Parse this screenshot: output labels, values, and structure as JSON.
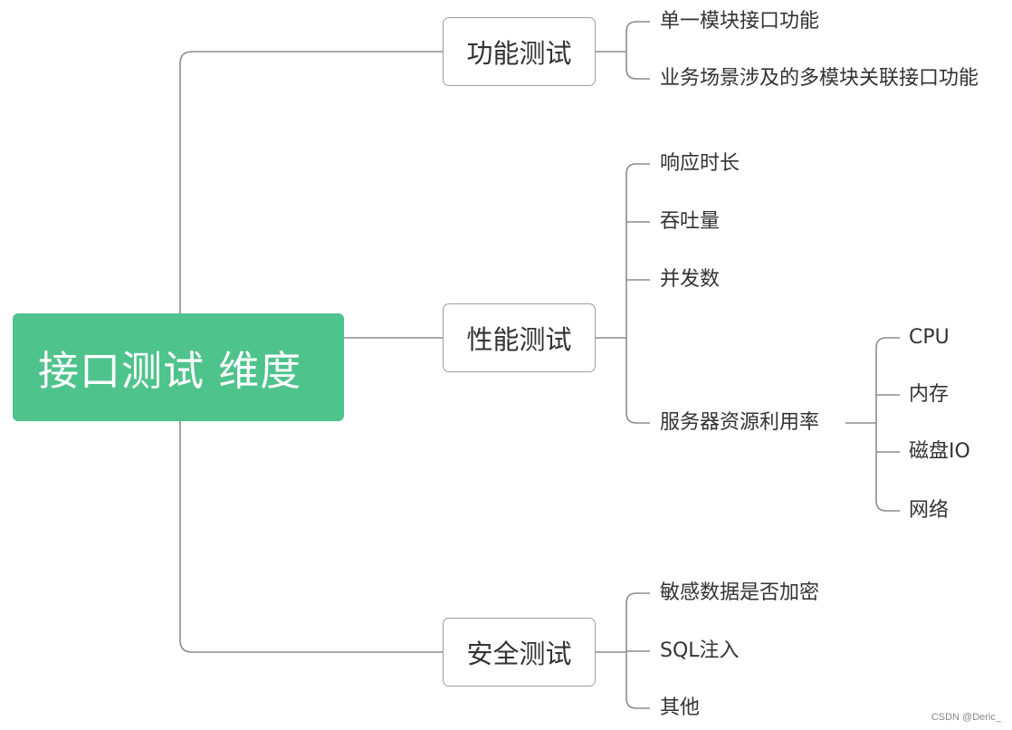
{
  "root": {
    "label": "接口测试 维度"
  },
  "branches": [
    {
      "label": "功能测试",
      "items": [
        {
          "label": "单一模块接口功能"
        },
        {
          "label": "业务场景涉及的多模块关联接口功能"
        }
      ]
    },
    {
      "label": "性能测试",
      "items": [
        {
          "label": "响应时长"
        },
        {
          "label": "吞吐量"
        },
        {
          "label": "并发数"
        },
        {
          "label": "服务器资源利用率",
          "items": [
            {
              "label": "CPU"
            },
            {
              "label": "内存"
            },
            {
              "label": "磁盘IO"
            },
            {
              "label": "网络"
            }
          ]
        }
      ]
    },
    {
      "label": "安全测试",
      "items": [
        {
          "label": "敏感数据是否加密"
        },
        {
          "label": "SQL注入"
        },
        {
          "label": "其他"
        }
      ]
    }
  ],
  "watermark": "CSDN @Deric_",
  "colors": {
    "root_fill": "#4fc38c",
    "connector": "#8c8c8c",
    "text": "#333333"
  }
}
